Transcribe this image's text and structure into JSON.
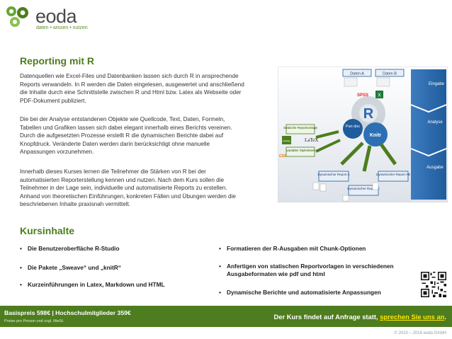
{
  "logo": {
    "name": "eoda",
    "tagline": "daten • wissen • nutzen"
  },
  "section1": {
    "title": "Reporting mit R",
    "paragraphs": [
      "Datenquellen wie Excel-Files und Datenbanken lassen sich durch R in ansprechende Reports verwandeln. In R werden die Daten eingelesen, ausgewertet und anschließend die Inhalte durch eine Schnittstelle zwischen R und Html bzw. Latex als Webseite oder PDF-Dokument publiziert.",
      "Die bei der Analyse entstandenen Objekte wie Quellcode, Text, Daten, Formeln, Tabellen und Grafiken lassen sich dabei elegant innerhalb eines Berichts vereinen. Durch die aufgesetzten Prozesse erstellt R die dynamischen Berichte dabei auf Knopfdruck. Veränderte Daten werden darin berücksichtigt ohne manuelle Anpassungen vorzunehmen.",
      "Innerhalb dieses Kurses lernen die Teilnehmer die Stärken von R bei der automatisierten Reporterstellung kennen und nutzen. Nach dem Kurs sollen die Teilnehmer in der Lage sein, individuelle und automatisierte Reports zu erstellen. Anhand von theoretischen Einführungen, konkreten Fällen und Übungen werden die beschriebenen Inhalte praxisnah vermittelt."
    ]
  },
  "diagram": {
    "data_a": "Daten A",
    "data_b": "Daten B",
    "stage_input": "Eingabe",
    "stage_analysis": "Analyse",
    "stage_output": "Ausgabe",
    "spss": "SPSS",
    "static_template": "Statische Reportvorlage",
    "latex": "LaTeX",
    "html": "HTML",
    "css": "CSS",
    "stylesheet": "variabler Stylesheet",
    "pandoc": "Pan doc",
    "knitr": "Knitr",
    "r": "R",
    "report_a": "Dynamischer Report A",
    "report_ab": "Dynamischer Report AB",
    "report_b": "Dynamischer Report B"
  },
  "section2": {
    "title": "Kursinhalte",
    "left": [
      "Die Benutzeroberfläche R-Studio",
      "Die Pakete „Sweave“ und „knitR“",
      "Kurzeinführungen in Latex, Markdown und HTML"
    ],
    "right": [
      "Formatieren der R-Ausgaben mit Chunk-Optionen",
      "Anfertigen von statischen Reportvorlagen in verschiedenen Ausgabeformaten wie pdf und html",
      "Dynamische Berichte und automatisierte Anpassungen"
    ]
  },
  "footer": {
    "price": "Basispreis 598€ | Hochschulmitglieder 359€",
    "price_note": "Preise pro Person und zzgl. MwSt.",
    "cta_text": "Der Kurs findet auf Anfrage statt, ",
    "cta_link": "sprechen Sie uns an",
    "cta_end": ".",
    "copyright": "© 2010 – 2016 eoda GmbH"
  },
  "colors": {
    "brand_green": "#4d7d1e",
    "link_yellow": "#ffe600",
    "diagram_blue": "#1f5c9c"
  }
}
